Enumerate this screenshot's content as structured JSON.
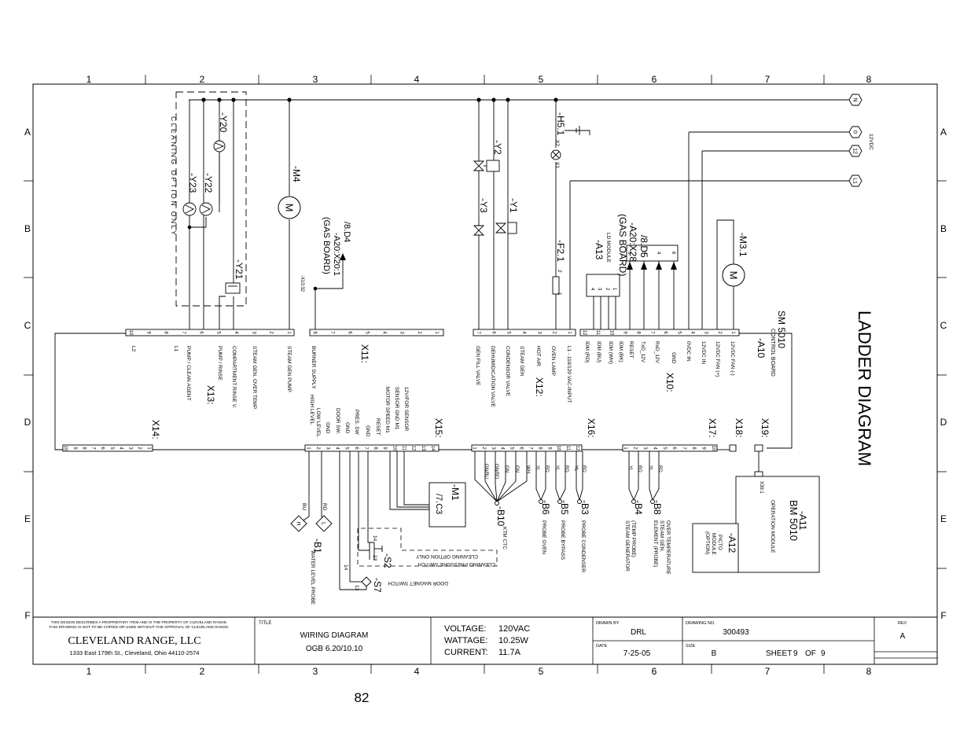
{
  "grid": {
    "columns": [
      "1",
      "2",
      "3",
      "4",
      "5",
      "6",
      "7",
      "8"
    ],
    "rows": [
      "A",
      "B",
      "C",
      "D",
      "E",
      "F"
    ]
  },
  "diagram": {
    "title": "LADDER DIAGRAM",
    "supply": {
      "n": "N",
      "zero": "0",
      "twelve": "12",
      "l1": "L1",
      "dc_label": "12VDC"
    }
  },
  "components": {
    "y20": "-Y20",
    "y22": "-Y22",
    "y23": "-Y23",
    "y21": "-Y21",
    "cleaning_option": "CLEANING OPTION ONLY",
    "m4": "-M4",
    "m_symbol": "M",
    "gas_ref_line1": "/8.D4",
    "gas_ref_line2": "-A20:X20:1",
    "gas_ref_line3": "(GAS BOARD)",
    "x10_32": "-X10:32",
    "y2": "-Y2",
    "y3": "-Y3",
    "y1": "-Y1",
    "h51": "-H5.1",
    "h51_x2": "X2",
    "h51_x1": "X1",
    "f21": "-F2.1",
    "f21_pin2": "2",
    "f21_pin1": "1",
    "a13": "-A13",
    "a13_sub": "LD MODULE",
    "a20_line1": "(GAS BOARD)",
    "a20_line2": "-A20:X28",
    "a20_line3": "/8.D5",
    "m31": "-M3.1",
    "ld_pins": [
      "4",
      "3",
      "2",
      "1"
    ],
    "x28_pins": [
      "5",
      "3",
      "4",
      "6"
    ],
    "m1": "-M1",
    "m1_ref": "/7.C3",
    "b10": "-B10",
    "b10_desc": "KTM CTC",
    "b6": "-B6",
    "b6_desc": "PROBE OVEN",
    "b5": "-B5",
    "b5_desc": "PROBE BYPASS",
    "b3": "-B3",
    "b3_desc": "PROBE CONDENSER",
    "b4": "-B4",
    "b4_desc_line1": "(TEMP PROBE)",
    "b4_desc_line2": "STEAM GENERATOR",
    "b8": "-B8",
    "b8_desc_line1": "OVER TEMPERATURE",
    "b8_desc_line2": "STEAM GEN.",
    "b8_desc_line3": "ELEMENT (PROBE)",
    "b1": "-B1",
    "b1_desc": "WATER LEVEL PROBE",
    "b1_h": "H",
    "b1_l": "L",
    "b1_bu": "BU",
    "b1_rd": "RD",
    "s2": "-S2",
    "s2_desc_line1": "CLEANING PRESSURE SWITCH",
    "s2_desc_line2": "CLEANING OPTION ONLY",
    "s2_pin14": "14",
    "s2_pin13": "13",
    "s7": "-S7",
    "s7_desc": "DOOR MAGNET SWITCH",
    "s7_pin14": "14",
    "s7_pin13": "13",
    "a10": "-A10",
    "a10_name": "SM 5010",
    "a10_sub": "CONTROL BOARD",
    "a11": "-A11",
    "a11_name": "BM 5010",
    "a11_sub": "OPERATION MODULE",
    "a11_conn": "X39:1",
    "a12": "-A12",
    "a12_line1": "PICTO",
    "a12_line2": "MODULE",
    "a12_line3": "(OPTION)"
  },
  "connectors": {
    "x13": {
      "label": "X13:",
      "pins": [
        "10",
        "9",
        "8",
        "7",
        "6",
        "5",
        "4",
        "3",
        "2",
        "1"
      ],
      "signals": [
        "L2",
        "L1",
        "PUMP / CLEAN AGENT",
        "PUMP / RINSE",
        "COMPARTMENT RINSE V.",
        "STEAM GEN. OVER TEMP."
      ]
    },
    "x11": {
      "label": "X11:",
      "pins": [
        "8",
        "7",
        "6",
        "5",
        "4",
        "3",
        "2",
        "1"
      ],
      "signals": [
        "STEAM GEN PUMP",
        "BURNER SUPPLY"
      ]
    },
    "x12": {
      "label": "X12:",
      "pins": [
        "7",
        "6",
        "5",
        "4",
        "3",
        "2",
        "1"
      ],
      "signals": [
        "GEN FILL VALVE",
        "DEHUMIDICATION VALVE",
        "CONDENSOR VALVE",
        "STEAM GEN",
        "HOT AIR",
        "OVEN LAMP",
        "L1 - 110/120 VAC-INPUT"
      ]
    },
    "x10": {
      "label": "X10:",
      "pins": [
        "12",
        "11",
        "10",
        "9",
        "8",
        "7",
        "6",
        "5",
        "4",
        "3",
        "2",
        "1"
      ],
      "signals": [
        "IDM (RD)",
        "IDM (BU)",
        "IDM (WH)",
        "IDM (BK)",
        "RESET",
        "TxD_12V",
        "RxD_12V",
        "GND",
        "0VDC IN",
        "12VDC IN",
        "12VDC FAN (+)",
        "12VDC FAN (-)"
      ]
    },
    "x14": {
      "label": "X14:",
      "pins": [
        "10",
        "9",
        "8",
        "7",
        "6",
        "5",
        "4",
        "3",
        "2",
        "1"
      ]
    },
    "x15": {
      "label": "X15:",
      "pins": [
        "14",
        "13",
        "12",
        "11",
        "10",
        "9",
        "8",
        "7",
        "6",
        "5",
        "4",
        "3",
        "2",
        "1"
      ],
      "signals": [
        "HIGH LEVEL",
        "LOW LEVEL",
        "GND",
        "DOOR SW.",
        "GND",
        "PRES. SW",
        "GND",
        "RESET",
        "MOTOR SPEED M1",
        "SENSOR GND M1",
        "12V/FOR SENSOR"
      ]
    },
    "x16": {
      "label": "X16:",
      "pins": [
        "12",
        "11",
        "10",
        "9",
        "8",
        "7",
        "6",
        "5",
        "4",
        "3",
        "2",
        "1"
      ],
      "wires": [
        "RD",
        "YL",
        "RD",
        "YL",
        "RD",
        "YL",
        "WH",
        "GN",
        "GN",
        "GN/RD",
        "GN/BU"
      ]
    },
    "x17": {
      "label": "X17:",
      "pins": [
        "10",
        "9",
        "8",
        "7",
        "6",
        "5",
        "4",
        "3",
        "2",
        "1"
      ],
      "wires": [
        "RD",
        "YL",
        "RD",
        "YL"
      ]
    },
    "x18": {
      "label": "X18:"
    },
    "x19": {
      "label": "X19:"
    }
  },
  "title_block": {
    "disclaimer_line1": "THIS DESIGN DESCRIBES A PROPRIETARY ITEM AND IS THE PROPERTY OF CLEVELAND RANGE.",
    "disclaimer_line2": "THIS DRAWING IS NOT TO BE COPIED OR USED WITHOUT THE APPROVAL OF CLEVELAND RANGE.",
    "company": "CLEVELAND RANGE, LLC",
    "address": "1333 East 179th St., Cleveland, Ohio 44110-2574",
    "title_label": "TITLE",
    "title_line1": "WIRING DIAGRAM",
    "title_line2": "OGB 6.20/10.10",
    "voltage_label": "VOLTAGE:",
    "voltage_value": "120VAC",
    "wattage_label": "WATTAGE:",
    "wattage_value": "10.25W",
    "current_label": "CURRENT:",
    "current_value": "11.7A",
    "drawn_by_label": "DRAWN BY",
    "drawn_by": "DRL",
    "date_label": "DATE",
    "date": "7-25-05",
    "drawing_no_label": "DRAWING NO.",
    "drawing_no": "300493",
    "size_label": "SIZE",
    "size": "B",
    "sheet_label": "SHEET",
    "sheet": "9",
    "of_label": "OF",
    "total_sheets": "9",
    "rev_label": "REV",
    "rev": "A"
  },
  "page_number": "82"
}
